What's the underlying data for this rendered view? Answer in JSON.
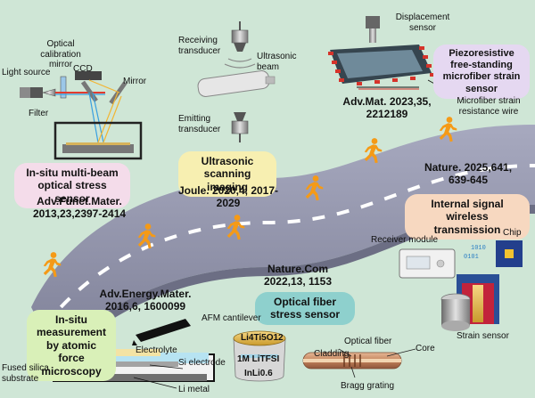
{
  "colors": {
    "background": "#cfe6d6",
    "road": "#8d8fa6",
    "road_edge": "#9ea0b8",
    "dash": "#ffffff",
    "runner": "#f59a16",
    "pill_pink": "#f4dcea",
    "pill_yellow": "#f7efb1",
    "pill_teal": "#8ed0cd",
    "pill_lavender": "#e5d8f1",
    "pill_peach": "#f7d8c0",
    "pill_green": "#d9f0b8"
  },
  "icons": [
    "runner-icon",
    "laser-source-icon",
    "ultrasonic-transducer-icon",
    "sensor-plate-icon",
    "afm-cantilever-icon",
    "battery-cell-icon",
    "optical-fiber-icon",
    "receiver-module-icon",
    "chip-icon"
  ],
  "optical": {
    "labels": {
      "light_source": "Light source",
      "filter": "Filter",
      "calibration": "Optical calibration mirror",
      "ccd": "CCD",
      "mirror": "Mirror"
    },
    "title": "In-situ multi-beam optical stress sensor",
    "ref": "Adv.Funct.Mater. 2013,23,2397-2414"
  },
  "ultrasonic": {
    "labels": {
      "receiving": "Receiving transducer",
      "beam": "Ultrasonic beam",
      "emitting": "Emitting transducer"
    },
    "title": "Ultrasonic scanning imaging",
    "ref": "Joule. 2020,4, 2017-2029"
  },
  "piezo": {
    "labels": {
      "displacement": "Displacement sensor",
      "wire": "Microfiber strain resistance wire"
    },
    "title": "Piezoresistive free-standing microfiber strain sensor",
    "ref": "Adv.Mat. 2023,35, 2212189"
  },
  "wireless": {
    "ref": "Nature. 2025,641, 639-645",
    "title": "Internal signal wireless transmission",
    "labels": {
      "receiver": "Receiver module",
      "chip": "Chip",
      "strain": "Strain sensor"
    }
  },
  "fiber": {
    "ref": "Nature.Com 2022,13, 1153",
    "title": "Optical fiber stress sensor",
    "labels": {
      "optical_fiber": "Optical fiber",
      "cladding": "Cladding",
      "core": "Core",
      "bragg": "Bragg grating",
      "layer1": "Li4Ti5O12",
      "layer2": "1M LiTFSI",
      "layer3": "InLi0.6"
    }
  },
  "afm": {
    "ref": "Adv.Energy.Mater. 2016,6, 1600099",
    "title": "In-situ measurement by atomic force microscopy",
    "labels": {
      "cantilever": "AFM cantilever",
      "electrolyte": "Electrolyte",
      "si": "Si electrode",
      "fused": "Fused silica substrate",
      "li": "Li metal"
    }
  }
}
